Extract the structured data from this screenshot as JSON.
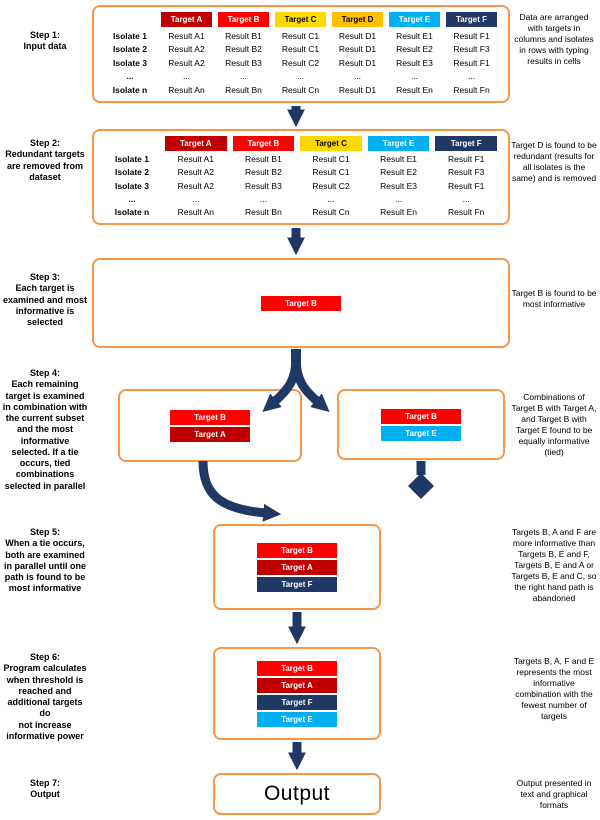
{
  "colors": {
    "target_a": "#c00000",
    "target_b": "#ff0000",
    "target_c": "#ffd800",
    "target_d": "#ffc000",
    "target_e": "#00b0f0",
    "target_f": "#1f3864",
    "arrow": "#1f3864",
    "box_border": "#f79646"
  },
  "left_labels": [
    "Step 1:\nInput data",
    "Step 2:\nRedundant targets\nare removed from\ndataset",
    "Step 3:\nEach target is\nexamined and most\ninformative is\nselected",
    "Step 4:\nEach remaining\ntarget is examined\nin combination with\nthe current subset\nand the most\ninformative\nselected. If a tie\noccurs, tied\ncombinations\nselected in parallel",
    "Step 5:\nWhen a tie occurs,\nboth are examined\nin parallel until one\npath is found to be\nmost informative",
    "Step 6:\nProgram calculates\nwhen threshold is\nreached and\nadditional targets do\nnot increase\ninformative power",
    "Step 7:\nOutput"
  ],
  "captions": [
    "Data are arranged with targets in columns and isolates in rows with typing results in cells",
    "Target D is found to be redundant (results for all isolates is the same) and is removed",
    "Target B is found to be most informative",
    "Combinations of Target B with Target A, and Target B with Target E found to be equally informative (tied)",
    "Targets B, A and F are more informative than Targets B, E and F, Targets B, E and A or Targets B, E and C, so the right hand path is abandoned",
    "Targets B, A, F and E represents the most informative combination with the fewest number of targets",
    "Output presented in text and graphical formats"
  ],
  "step1_table": {
    "headers": [
      "Target A",
      "Target B",
      "Target C",
      "Target D",
      "Target E",
      "Target F"
    ],
    "rows": [
      {
        "label": "Isolate 1",
        "cells": [
          "Result A1",
          "Result B1",
          "Result C1",
          "Result D1",
          "Result E1",
          "Result F1"
        ]
      },
      {
        "label": "Isolate 2",
        "cells": [
          "Result A2",
          "Result B2",
          "Result C1",
          "Result D1",
          "Result E2",
          "Result F3"
        ]
      },
      {
        "label": "Isolate 3",
        "cells": [
          "Result A2",
          "Result B3",
          "Result C2",
          "Result D1",
          "Result E3",
          "Result F1"
        ]
      },
      {
        "label": "...",
        "cells": [
          "...",
          "...",
          "...",
          "...",
          "...",
          "..."
        ]
      },
      {
        "label": "Isolate n",
        "cells": [
          "Result An",
          "Result Bn",
          "Result Cn",
          "Result D1",
          "Result En",
          "Result Fn"
        ]
      }
    ]
  },
  "step2_table": {
    "headers": [
      "Target A",
      "Target B",
      "Target C",
      "Target E",
      "Target F"
    ],
    "rows": [
      {
        "label": "Isolate 1",
        "cells": [
          "Result A1",
          "Result B1",
          "Result C1",
          "Result E1",
          "Result F1"
        ]
      },
      {
        "label": "Isolate 2",
        "cells": [
          "Result A2",
          "Result B2",
          "Result C1",
          "Result E2",
          "Result F3"
        ]
      },
      {
        "label": "Isolate 3",
        "cells": [
          "Result A2",
          "Result B3",
          "Result C2",
          "Result E3",
          "Result F1"
        ]
      },
      {
        "label": "...",
        "cells": [
          "...",
          "...",
          "...",
          "...",
          "..."
        ]
      },
      {
        "label": "Isolate n",
        "cells": [
          "Result An",
          "Result Bn",
          "Result Cn",
          "Result En",
          "Result Fn"
        ]
      }
    ]
  },
  "step3": {
    "chips": [
      "Target B"
    ]
  },
  "step4": {
    "left_box": {
      "chips": [
        "Target B",
        "Target A"
      ]
    },
    "right_box": {
      "chips": [
        "Target B",
        "Target E"
      ]
    }
  },
  "step5": {
    "chips": [
      "Target B",
      "Target A",
      "Target F"
    ]
  },
  "step6": {
    "chips": [
      "Target B",
      "Target A",
      "Target F",
      "Target E"
    ]
  },
  "step7": {
    "output_label": "Output"
  }
}
